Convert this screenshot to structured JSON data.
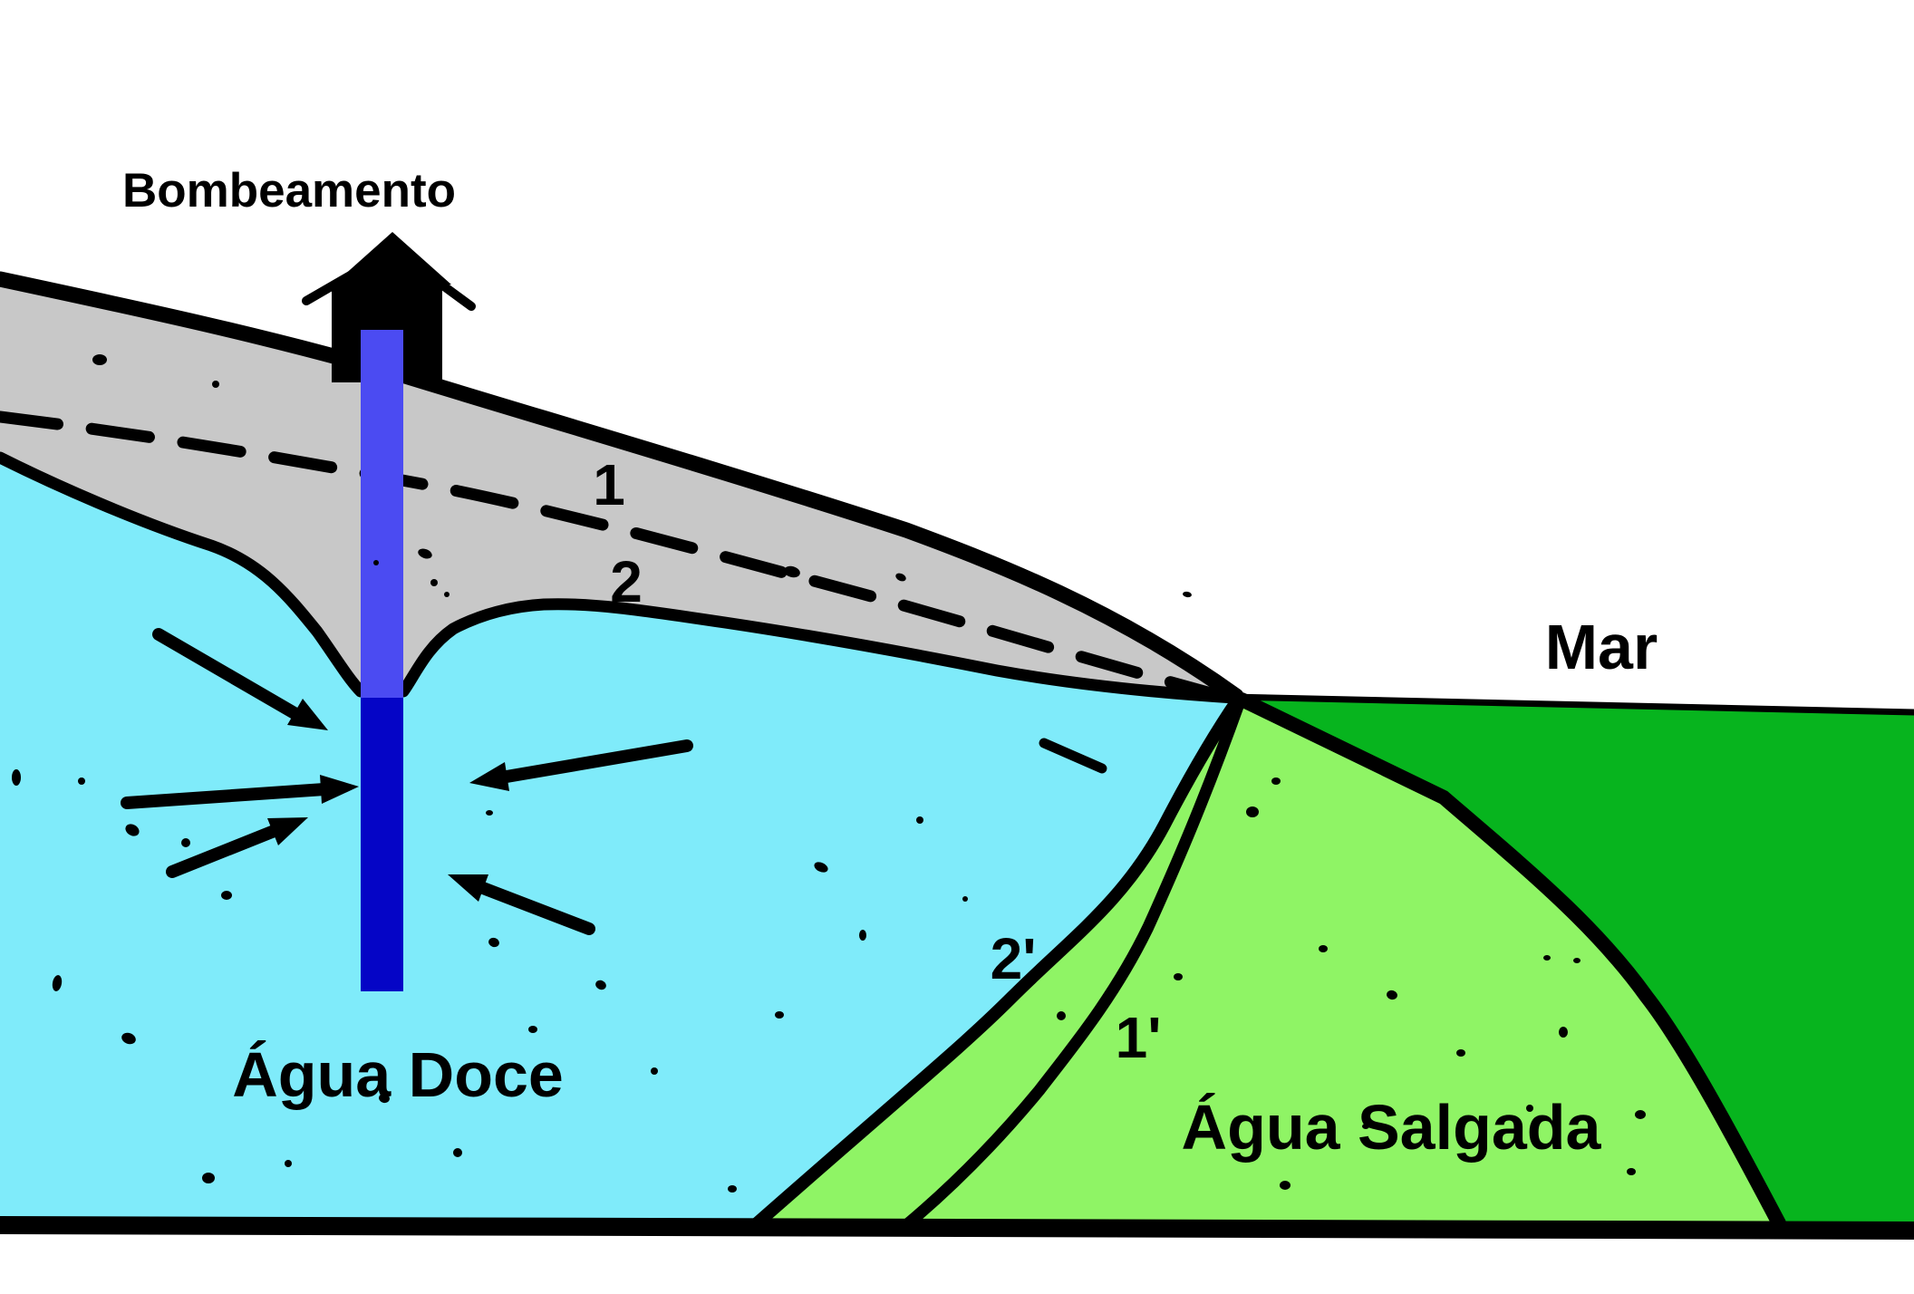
{
  "diagram": {
    "pump_label": "Bombeamento",
    "sea_label": "Mar",
    "fresh_water_label": "Água Doce",
    "salt_water_label": "Água Salgada",
    "line_labels": {
      "water_table_original": "1",
      "water_table_pumped": "2",
      "interface_original": "1'",
      "interface_pumped": "2'"
    }
  },
  "colors": {
    "vadose_gray": "#C8C8C8",
    "fresh_water": "#7FEBFA",
    "salt_water": "#8FF465",
    "sea": "#07B41E",
    "well_casing_upper": "#4B4BF2",
    "well_casing_lower": "#0505C6",
    "outline": "#000000"
  }
}
